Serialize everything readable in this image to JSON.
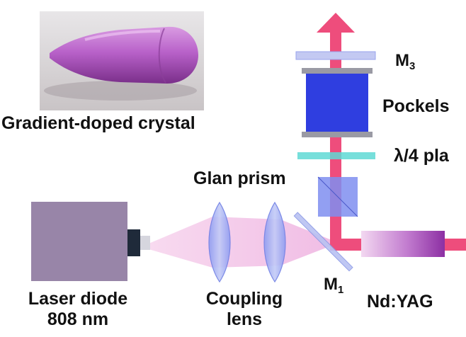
{
  "labels": {
    "crystal": "Gradient-doped crystal",
    "m3": "M",
    "m3_sub": "3",
    "pockels": "Pockels",
    "quarter_wave": "λ/4 pla",
    "glan_prism": "Glan prism",
    "m1": "M",
    "m1_sub": "1",
    "laser_diode_line1": "Laser diode",
    "laser_diode_line2": "808 nm",
    "coupling_line1": "Coupling",
    "coupling_line2": "lens",
    "ndyag": "Nd:YAG"
  },
  "colors": {
    "pump_beam": "#f2c2e8",
    "laser_beam": "#ee4d7c",
    "laser_diode": "#9885a8",
    "crystal": "#b861c9",
    "pockels": "#2f3ee0",
    "mirror": "#b9c2f2",
    "quarter_wave": "#5fd9d5",
    "glan_prism": "#7f8ef0"
  }
}
